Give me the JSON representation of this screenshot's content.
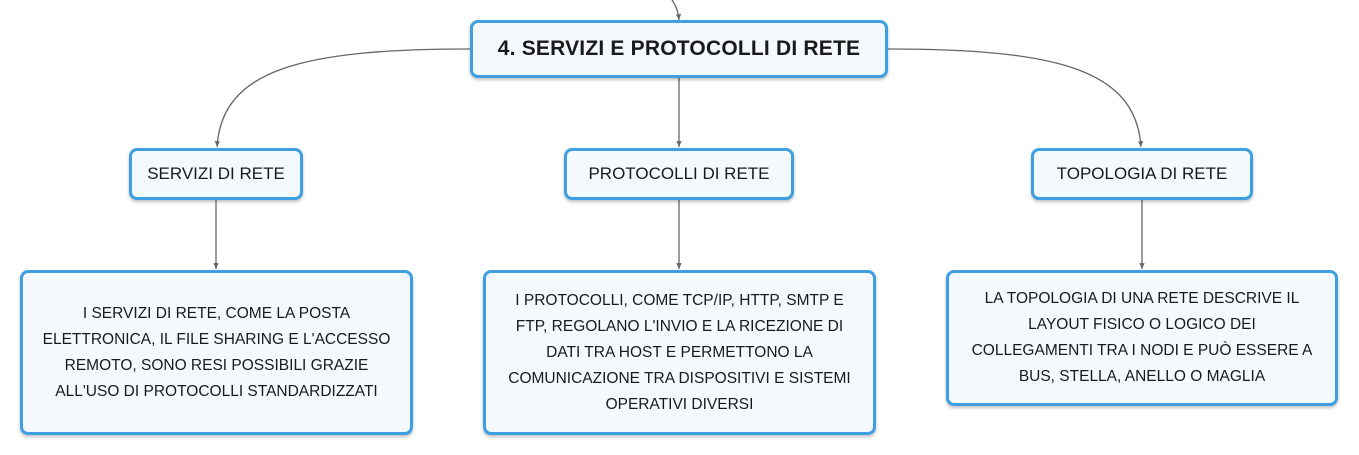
{
  "root": {
    "label": "4. SERVIZI E PROTOCOLLI DI RETE"
  },
  "topics": [
    {
      "label": "SERVIZI DI RETE",
      "detail": "I SERVIZI DI RETE, COME LA POSTA\nELETTRONICA, IL FILE SHARING E L'ACCESSO\nREMOTO, SONO RESI POSSIBILI GRAZIE\nALL'USO DI PROTOCOLLI STANDARDIZZATI"
    },
    {
      "label": "PROTOCOLLI DI RETE",
      "detail": "I PROTOCOLLI, COME TCP/IP, HTTP, SMTP E\nFTP, REGOLANO L'INVIO E LA RICEZIONE DI\nDATI TRA HOST E PERMETTONO LA\nCOMUNICAZIONE TRA DISPOSITIVI E SISTEMI\nOPERATIVI DIVERSI"
    },
    {
      "label": "TOPOLOGIA DI RETE",
      "detail": "LA TOPOLOGIA DI UNA RETE DESCRIVE IL\nLAYOUT FISICO O LOGICO DEI\nCOLLEGAMENTI TRA I NODI E PUÒ ESSERE A\nBUS, STELLA, ANELLO O MAGLIA"
    }
  ],
  "colors": {
    "border": "#3ea0e0",
    "fill": "#f3f9fd",
    "connector": "#666666"
  }
}
